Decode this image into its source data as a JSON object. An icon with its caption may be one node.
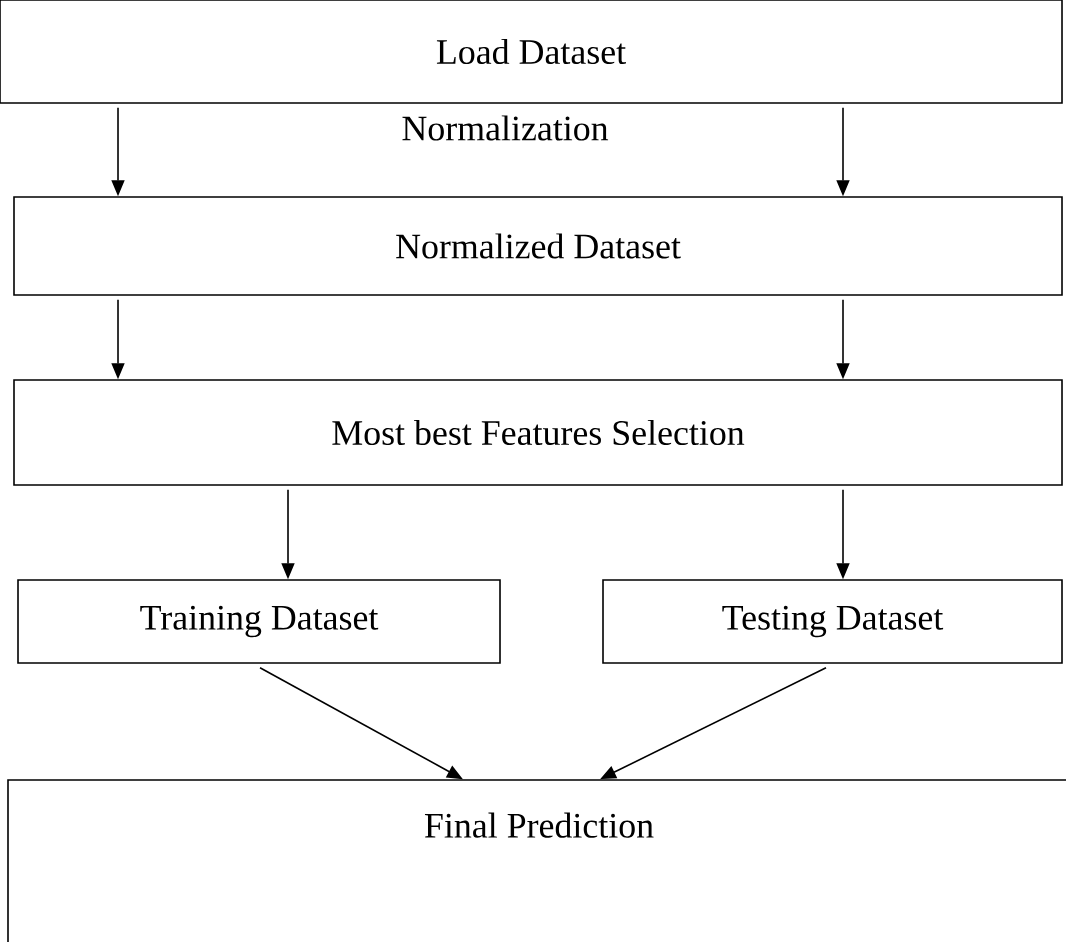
{
  "diagram": {
    "nodes": [
      {
        "text": [
          "Load Dataset"
        ]
      },
      {
        "text": [
          "Normalized Dataset"
        ]
      },
      {
        "text": [
          "Most best Features Selection"
        ]
      },
      {
        "text": [
          "Training Dataset"
        ]
      },
      {
        "text": [
          "Testing Dataset"
        ]
      },
      {
        "text": [
          "Final Prediction"
        ]
      }
    ],
    "edges": [
      {
        "from": 0,
        "to": 1,
        "arrow": "to"
      },
      {
        "from": 0,
        "to": 1,
        "arrow": "to"
      },
      {
        "from": 1,
        "to": 2,
        "arrow": "to"
      },
      {
        "from": 1,
        "to": 2,
        "arrow": "to"
      },
      {
        "from": 2,
        "to": 3,
        "arrow": "to"
      },
      {
        "from": 2,
        "to": 4,
        "arrow": "to"
      },
      {
        "from": 3,
        "to": 5,
        "arrow": "to"
      },
      {
        "from": 4,
        "to": 5,
        "arrow": "to"
      }
    ],
    "labels": [
      "Normalization"
    ]
  }
}
